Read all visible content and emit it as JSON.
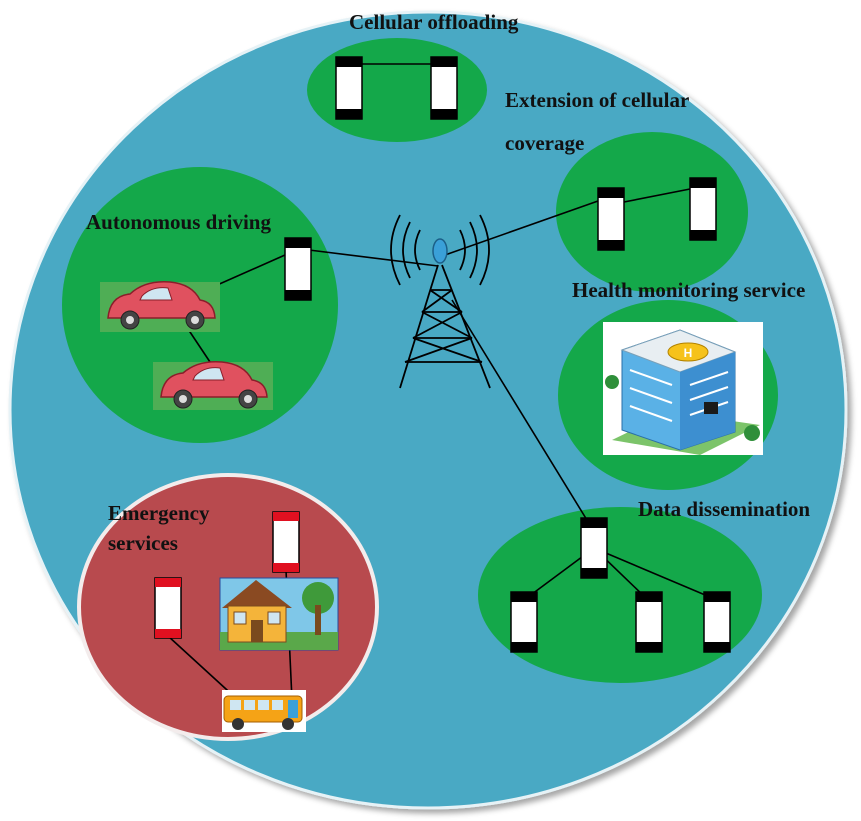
{
  "labels": {
    "cellular_offloading": "Cellular offloading",
    "extension_line1": "Extension of cellular",
    "extension_line2": "coverage",
    "autonomous_driving": "Autonomous driving",
    "health_monitoring": "Health monitoring service",
    "emergency_line1": "Emergency",
    "emergency_line2": "services",
    "data_dissemination": "Data dissemination"
  },
  "colors": {
    "cell_area": "#4aa9c4",
    "zone_green": "#14a84a",
    "zone_emergency": "#b84a4e",
    "device_band": "#000000",
    "emergency_band": "#e01020",
    "link": "#000000",
    "antenna": "#3aa0d8"
  },
  "icons": {
    "tower": "cell-tower-icon",
    "device": "mobile-device-icon",
    "car": "car-icon",
    "hospital": "hospital-icon",
    "house": "house-icon",
    "bus": "school-bus-icon"
  }
}
